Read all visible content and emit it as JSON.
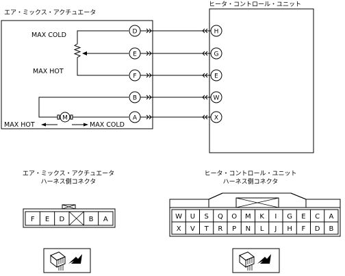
{
  "titles": {
    "actuator": "エア・ミックス・アクチュエータ",
    "control_unit": "ヒータ・コントロール・ユニット",
    "actuator_conn_1": "エア・ミックス・アクチュエータ",
    "actuator_conn_2": "ハーネス側コネクタ",
    "control_conn_1": "ヒータ・コントロール・ユニット",
    "control_conn_2": "ハーネス側コネクタ"
  },
  "labels": {
    "max_cold_top": "MAX COLD",
    "max_hot_top": "MAX HOT",
    "max_hot_bottom": "MAX HOT",
    "max_cold_bottom": "MAX COLD",
    "motor": "M"
  },
  "actuator_pins": [
    "D",
    "E",
    "F",
    "B",
    "A"
  ],
  "control_pins": [
    "H",
    "G",
    "E",
    "W",
    "X"
  ],
  "actuator_connector": [
    "F",
    "E",
    "D",
    "",
    "B",
    "A"
  ],
  "control_connector": {
    "row1": [
      "W",
      "U",
      "S",
      "Q",
      "O",
      "M",
      "K",
      "I",
      "G",
      "E",
      "C",
      "A"
    ],
    "row2": [
      "X",
      "V",
      "T",
      "R",
      "P",
      "N",
      "L",
      "J",
      "H",
      "F",
      "D",
      "B"
    ]
  }
}
